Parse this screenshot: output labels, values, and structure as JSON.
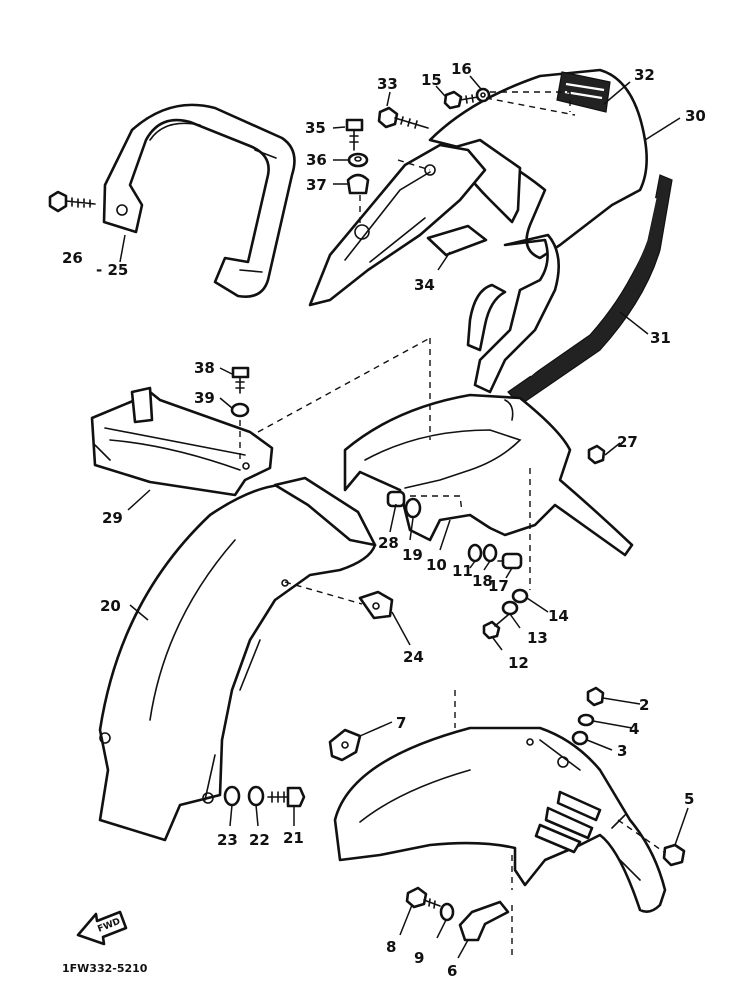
{
  "diagram_code": "1FW332-5210",
  "forward_arrow_label": "FWD",
  "labels": {
    "p2": "2",
    "p3": "3",
    "p4": "4",
    "p5": "5",
    "p6": "6",
    "p7": "7",
    "p8": "8",
    "p9": "9",
    "p10": "10",
    "p11": "11",
    "p12": "12",
    "p13": "13",
    "p14": "14",
    "p15": "15",
    "p16": "16",
    "p17": "17",
    "p18": "18",
    "p19": "19",
    "p20": "20",
    "p21": "21",
    "p22": "22",
    "p23": "23",
    "p24": "24",
    "p25": "- 25",
    "p26": "26",
    "p27": "27",
    "p28": "28",
    "p29": "29",
    "p30": "30",
    "p31": "31",
    "p32": "32",
    "p33": "33",
    "p34": "34",
    "p35": "35",
    "p36": "36",
    "p37": "37",
    "p38": "38",
    "p39": "39"
  }
}
